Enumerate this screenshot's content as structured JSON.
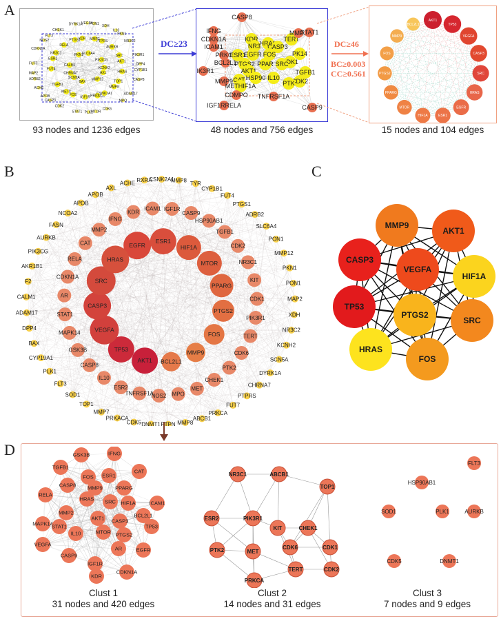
{
  "panels": {
    "A": "A",
    "B": "B",
    "C": "C",
    "D": "D"
  },
  "panelA": {
    "captions": [
      "93 nodes and 1236 edges",
      "48 nodes and 756 edges",
      "15 nodes and 104 edges"
    ],
    "filter1": "DC≥23",
    "filter2": [
      "DC≥46",
      "BC≥0.003",
      "CC≥0.561"
    ],
    "net1_labels": [
      "KCNH2",
      "SCN5A",
      "SLC6A4",
      "MMP12",
      "CALM1",
      "PIK3CG",
      "BAX",
      "PKN1",
      "AXL",
      "CHRNA7",
      "PTPRS",
      "PRKACA",
      "NR3C1",
      "AKT1",
      "METC",
      "KDR",
      "MMP8",
      "FUT4",
      "AURKB",
      "IGF1R",
      "RELA",
      "HRAS",
      "TGFB1",
      "MMP2",
      "CSNK2A1",
      "ESR1",
      "SRC",
      "FOS",
      "PTGS1",
      "TOP1",
      "ADRB2",
      "IL10",
      "MTOR",
      "NOS2",
      "DPP4",
      "CASP3",
      "VEGFA",
      "MPO",
      "FUT7",
      "NR3C2",
      "STAT1",
      "CHEK1",
      "CASP8",
      "ACHE",
      "XDH",
      "CDK6",
      "CDKN1A",
      "PIK3R1",
      "CDK2",
      "DYRK1A",
      "ADAM17",
      "MAP2",
      "PKN1",
      "PLK1",
      "FLT3",
      "CYP1B1",
      "APOB",
      "PON1"
    ],
    "net2_labels": [
      "CASP8",
      "IFNG",
      "CDKN1A",
      "ICAM1",
      "KDR",
      "TERT",
      "MMP2",
      "STAT1",
      "HRAS",
      "NR3",
      "CASP3",
      "PRKC",
      "ESR1",
      "EGFR",
      "PK14",
      "BCL2L1",
      "CDK1",
      "PIK3R1",
      "PTGS2",
      "PPAR",
      "SRC",
      "FOS",
      "AKT1",
      "TGFB1",
      "MMP9",
      "CAT",
      "HSP90",
      "IL10",
      "CDK2",
      "METHIF1A",
      "PTK",
      "CDMPO",
      "TNFRSF1A",
      "IGF1RRELA",
      "CASP9"
    ],
    "net3_nodes": [
      {
        "label": "AKT1",
        "color": "#cc1f2e"
      },
      {
        "label": "TP53",
        "color": "#d6272f"
      },
      {
        "label": "VEGFA",
        "color": "#e0452f"
      },
      {
        "label": "CASP3",
        "color": "#e2492f"
      },
      {
        "label": "SRC",
        "color": "#e0463a"
      },
      {
        "label": "HRAS",
        "color": "#e8664a"
      },
      {
        "label": "EGFR",
        "color": "#ea6c48"
      },
      {
        "label": "ESR1",
        "color": "#ec7448"
      },
      {
        "label": "HIF1A",
        "color": "#ee7a46"
      },
      {
        "label": "MTOR",
        "color": "#ef8244"
      },
      {
        "label": "PPARG",
        "color": "#f08a42"
      },
      {
        "label": "PTGS2",
        "color": "#f29a44"
      },
      {
        "label": "FOS",
        "color": "#f3a048"
      },
      {
        "label": "MMP9",
        "color": "#f4ad50"
      },
      {
        "label": "BCL2L1",
        "color": "#f8c65a"
      }
    ]
  },
  "panelB": {
    "inner": [
      {
        "label": "EGFR",
        "r": 20,
        "color": "#d9473a"
      },
      {
        "label": "ESR1",
        "r": 19,
        "color": "#d94e3c"
      },
      {
        "label": "HIF1A",
        "r": 18,
        "color": "#dc5a3c"
      },
      {
        "label": "MTOR",
        "r": 18,
        "color": "#dd5f3e"
      },
      {
        "label": "PPARG",
        "r": 17,
        "color": "#df6740"
      },
      {
        "label": "PTGS2",
        "r": 16,
        "color": "#e26f42"
      },
      {
        "label": "FOS",
        "r": 15,
        "color": "#e47644"
      },
      {
        "label": "MMP9",
        "r": 14,
        "color": "#e67d46"
      },
      {
        "label": "BCL2L1",
        "r": 14,
        "color": "#e5794a"
      },
      {
        "label": "AKT1",
        "r": 19,
        "color": "#c8203a"
      },
      {
        "label": "TP53",
        "r": 19,
        "color": "#cc2a3a"
      },
      {
        "label": "VEGFA",
        "r": 21,
        "color": "#d2403c"
      },
      {
        "label": "CASP3",
        "r": 20,
        "color": "#d3433c"
      },
      {
        "label": "SRC",
        "r": 21,
        "color": "#d44a3c"
      },
      {
        "label": "HRAS",
        "r": 20,
        "color": "#d6503c"
      }
    ],
    "middle": [
      "MMP2",
      "IFNG",
      "KDR",
      "ICAM1",
      "IGF1R",
      "CASP9",
      "HSP90AB1",
      "TGFB1",
      "CDK2",
      "NR3C1",
      "KIT",
      "CDK1",
      "PIK3R1",
      "TERT",
      "CDK6",
      "PTK2",
      "CHEK1",
      "MET",
      "MPO",
      "NOS2",
      "TNFRSF1A",
      "ESR2",
      "IL10",
      "CASP8",
      "GSK3B",
      "MAPK14",
      "STAT1",
      "AR",
      "CDKN1A",
      "RELA",
      "CAT"
    ],
    "outer": [
      "AXL",
      "ACHE",
      "RXRA",
      "CSNK2A1",
      "MMP8",
      "TYR",
      "CYP1B1",
      "FUT4",
      "PTGS1",
      "ADRB2",
      "SLC6A4",
      "PON1",
      "MMP12",
      "PKN1",
      "PON1",
      "MAP2",
      "XDH",
      "NR3C2",
      "KCNH2",
      "SCN5A",
      "DYRK1A",
      "CHRNA7",
      "PTPRS",
      "FUT7",
      "PRKCA",
      "ABCB1",
      "MMP8",
      "PTPN",
      "DNMT1",
      "CDK5",
      "PRKACA",
      "MMP7",
      "TOP1",
      "SOD1",
      "FLT3",
      "PLK1",
      "CYP19A1",
      "BAX",
      "DPP4",
      "ADAM17",
      "CALM1",
      "F2",
      "AKR1B1",
      "PIK3CG",
      "AURKB",
      "FASN",
      "NCOA2",
      "APOB",
      "APOB"
    ]
  },
  "panelC": {
    "nodes": [
      {
        "label": "MMP9",
        "color": "#f07a1e"
      },
      {
        "label": "AKT1",
        "color": "#f05a1a"
      },
      {
        "label": "CASP3",
        "color": "#e8211c"
      },
      {
        "label": "VEGFA",
        "color": "#ee4a1c"
      },
      {
        "label": "HIF1A",
        "color": "#fbd41e"
      },
      {
        "label": "TP53",
        "color": "#e21a1c"
      },
      {
        "label": "PTGS2",
        "color": "#f9b41c"
      },
      {
        "label": "SRC",
        "color": "#f3881e"
      },
      {
        "label": "HRAS",
        "color": "#fde31e"
      },
      {
        "label": "FOS",
        "color": "#f49a1e"
      }
    ]
  },
  "panelD": {
    "clust1": {
      "name": "Clust 1",
      "caption": "31 nodes and 420 edges",
      "nodes": [
        "GSK3B",
        "IFNG",
        "TGFB1",
        "FOS",
        "ESR1",
        "CAT",
        "CASP8",
        "MMP9",
        "PPARG",
        "RELA",
        "HRAS",
        "SRC",
        "HIF1A",
        "ICAM1",
        "MMP2",
        "BCL2L1",
        "MAPK14",
        "STAT1",
        "AKT1",
        "CASP3",
        "TP53",
        "IL10",
        "MTOR",
        "PTGS2",
        "VEGFA",
        "AR",
        "EGFR",
        "CASP9",
        "IGF1R",
        "CDKN1A",
        "KDR"
      ]
    },
    "clust2": {
      "name": "Clust 2",
      "caption": "14 nodes and 31 edges",
      "nodes": [
        "NR3C1",
        "ABCB1",
        "TOP1",
        "ESR2",
        "PIK3R1",
        "KIT",
        "CHEK1",
        "CDK6",
        "CDK1",
        "PTK2",
        "MET",
        "TERT",
        "CDK2",
        "PRKCA"
      ]
    },
    "clust3": {
      "name": "Clust 3",
      "caption": "7 nodes and 9 edges",
      "nodes": [
        "FLT3",
        "HSP90AB1",
        "SOD1",
        "PLK1",
        "AURKB",
        "CDK5",
        "DNMT1"
      ]
    }
  }
}
